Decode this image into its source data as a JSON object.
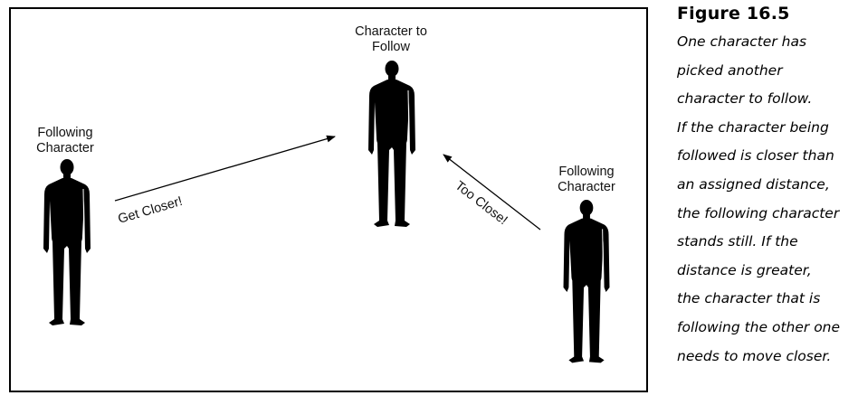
{
  "labels": {
    "target": [
      "Character to",
      "Follow"
    ],
    "follower_left": [
      "Following",
      "Character"
    ],
    "follower_right": [
      "Following",
      "Character"
    ]
  },
  "arrows": {
    "left": "Get Closer!",
    "right": "Too Close!"
  },
  "caption": {
    "title": "Figure 16.5",
    "lines": [
      "One character has",
      "picked another",
      "character to follow.",
      "If the character being",
      "followed is closer than",
      "an assigned distance,",
      "the following character",
      "stands still. If the",
      "distance is greater,",
      "the character that is",
      "following the other one",
      "needs to move closer."
    ]
  },
  "colors": {
    "silhouette": "#000000",
    "highlight": "#ffffff",
    "text": "#000000"
  }
}
